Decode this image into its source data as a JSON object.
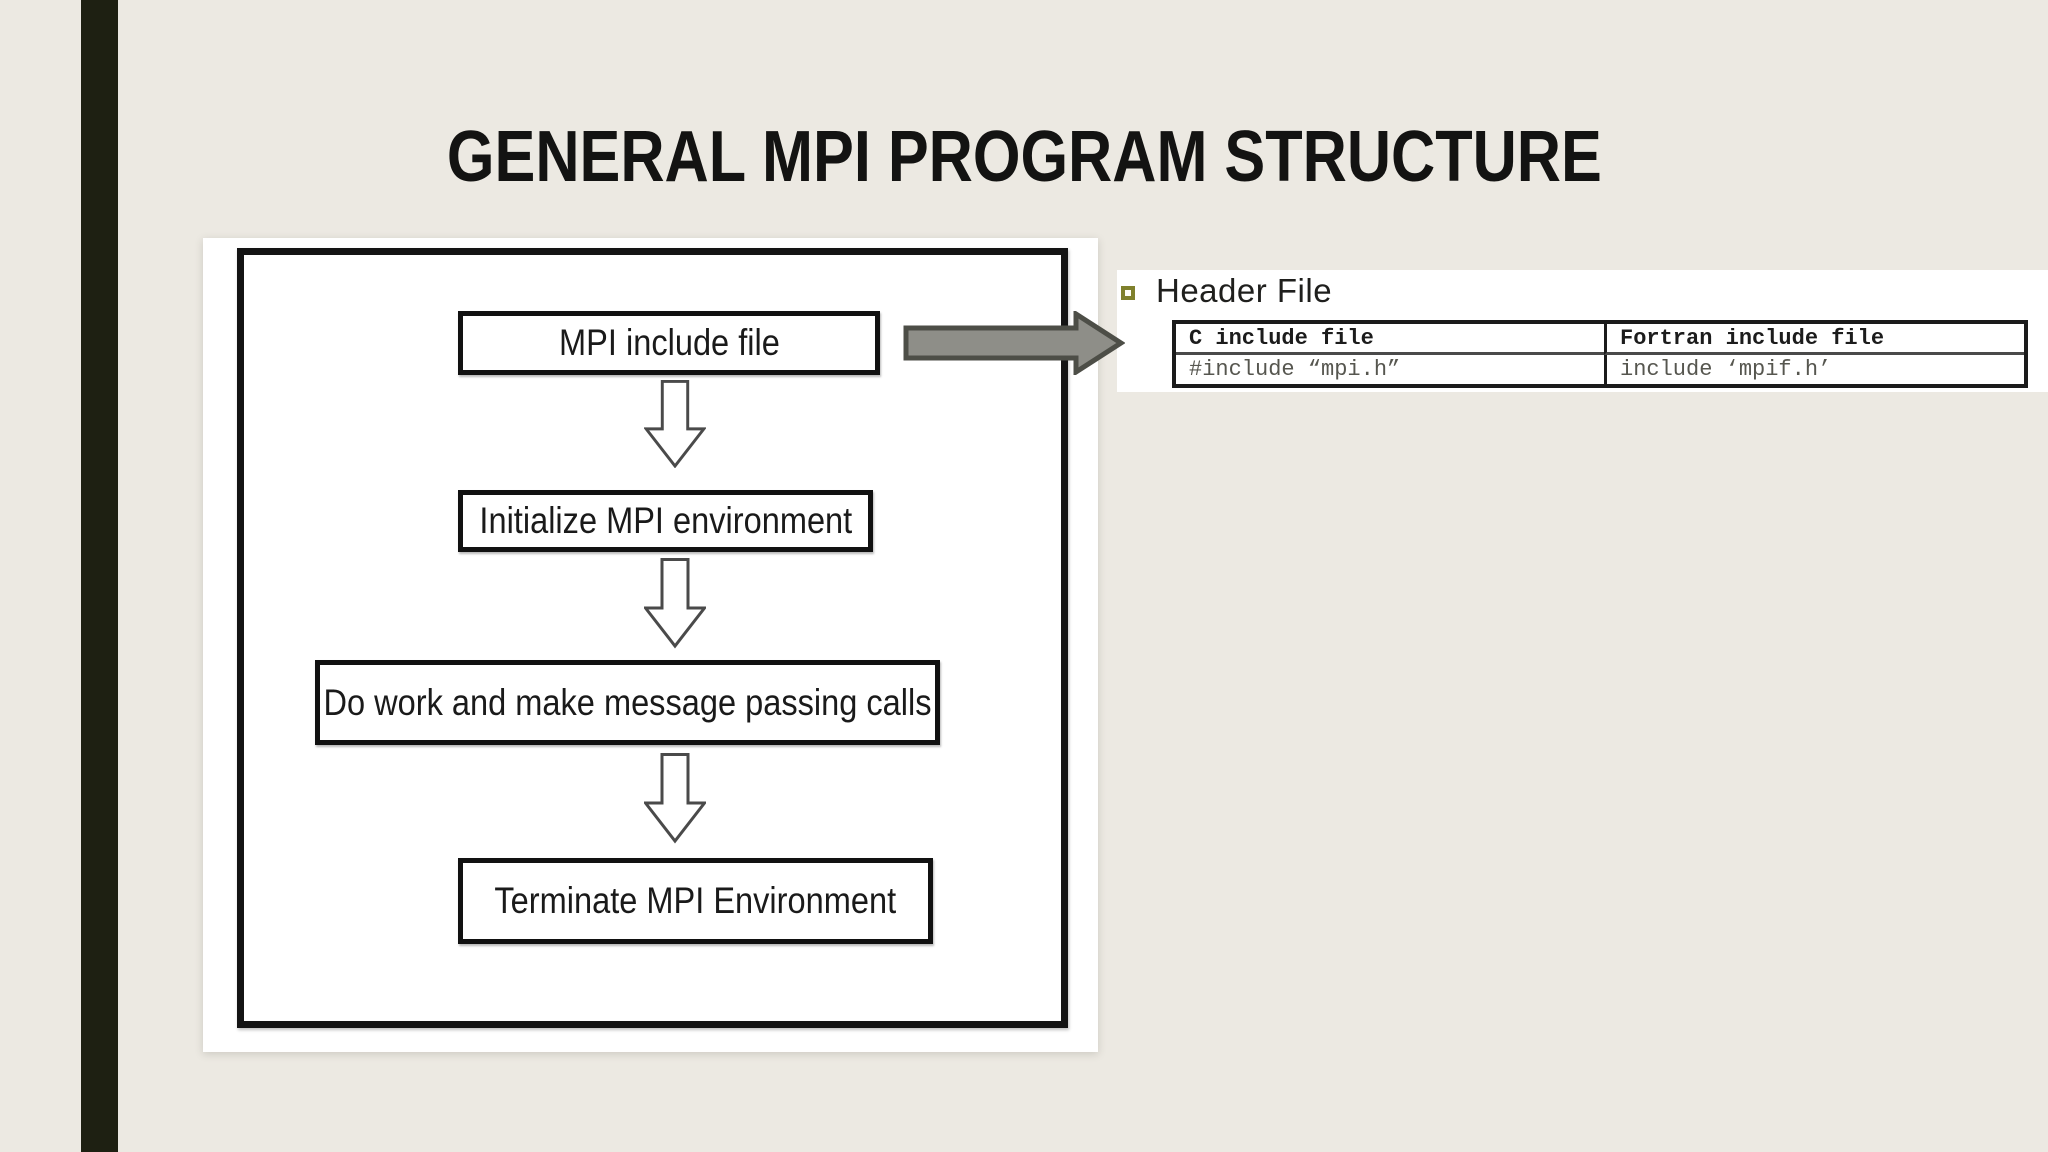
{
  "slide": {
    "title": "GENERAL MPI PROGRAM STRUCTURE"
  },
  "flowchart": {
    "boxes": [
      {
        "label": "MPI include file"
      },
      {
        "label": "Initialize MPI environment"
      },
      {
        "label": "Do work and make message passing calls"
      },
      {
        "label": "Terminate MPI Environment"
      }
    ],
    "connector_icons": [
      "down-arrow",
      "down-arrow",
      "down-arrow"
    ]
  },
  "header_file": {
    "bullet_icon": "open-square-bullet",
    "heading": "Header File",
    "pointer_icon": "right-arrow",
    "table": {
      "columns": [
        "C include file",
        "Fortran include file"
      ],
      "rows": [
        [
          "#include “mpi.h”",
          "include ‘mpif.h’"
        ]
      ]
    }
  },
  "colors": {
    "background": "#ECE9E2",
    "accent_bar": "#1E2012",
    "panel_white": "#FFFFFF",
    "box_border": "#111111",
    "right_arrow_fill": "#8E8E88",
    "right_arrow_outline": "#4D4E47",
    "bullet_olive": "#7F802C",
    "table_value_text": "#56564F"
  }
}
